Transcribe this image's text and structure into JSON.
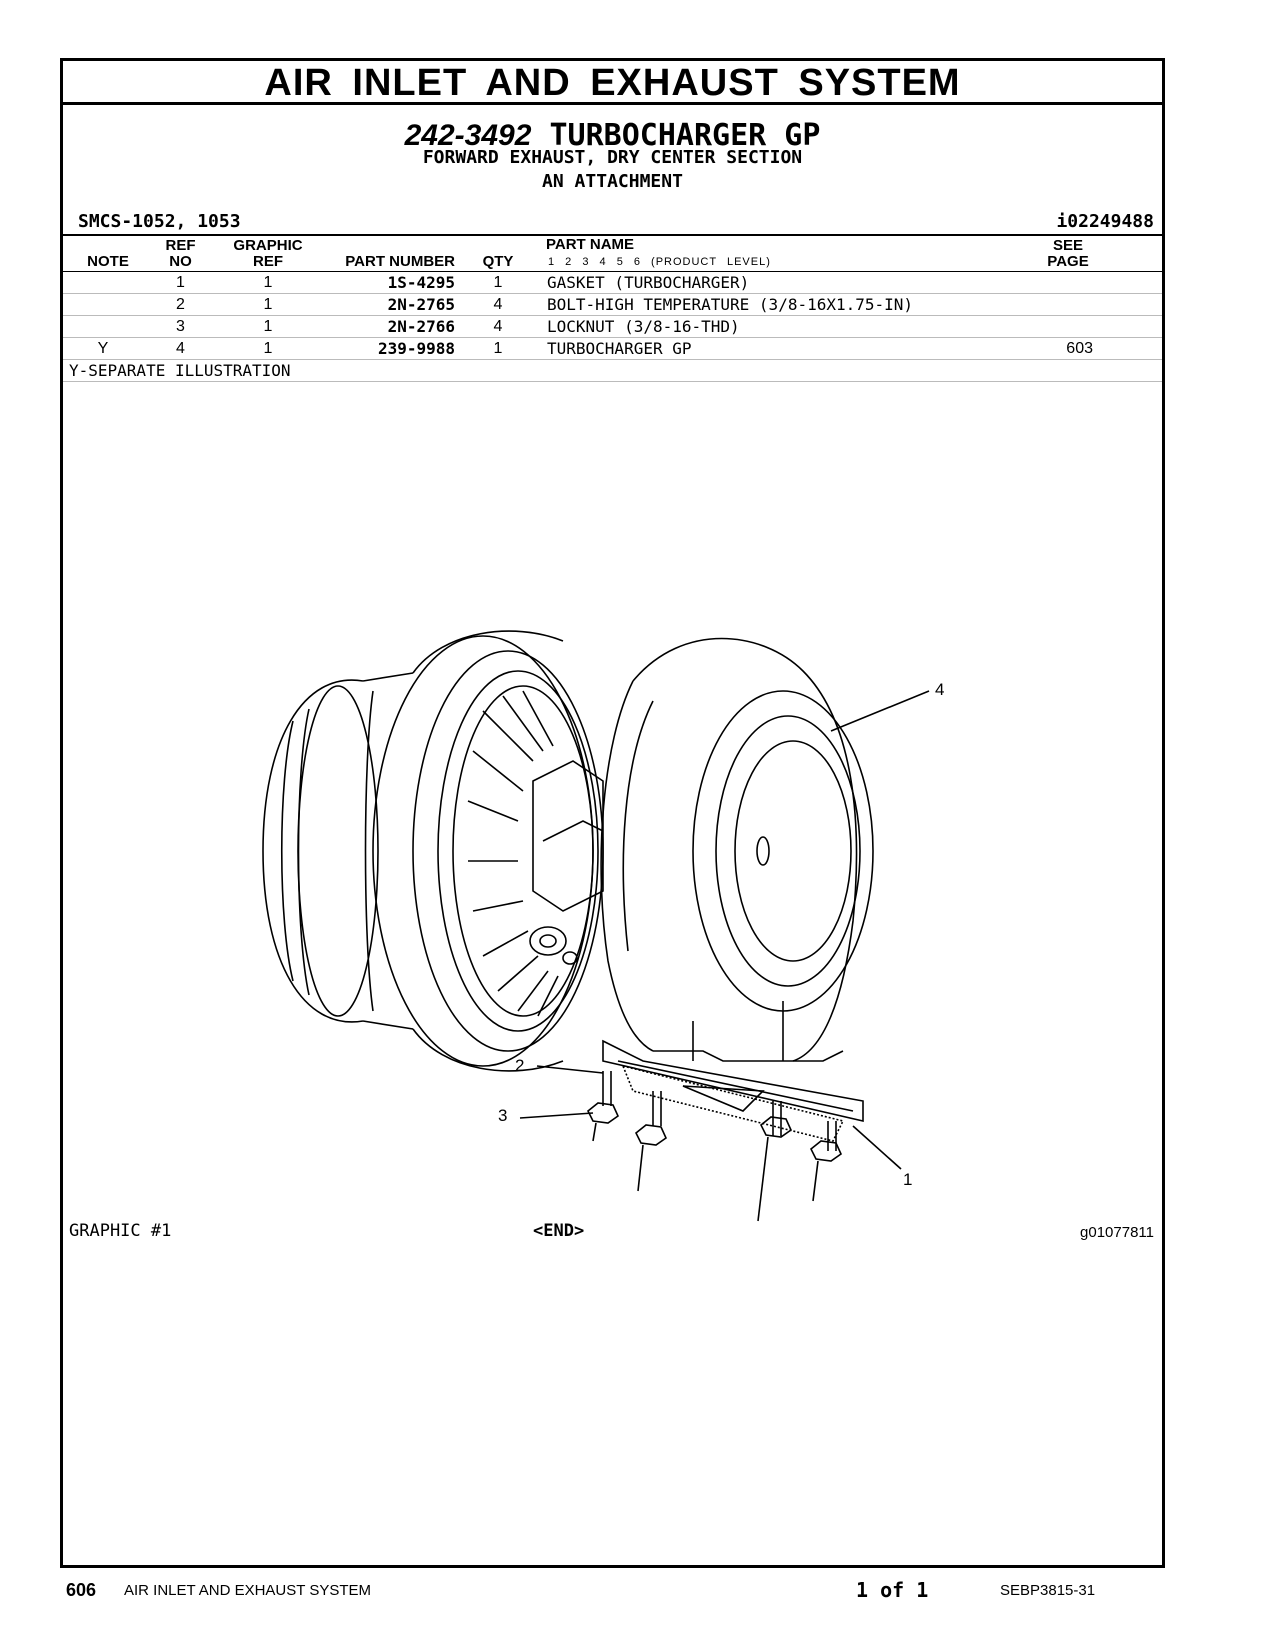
{
  "header": {
    "main_title": "AIR INLET AND EXHAUST SYSTEM",
    "group_part_number": "242-3492",
    "group_name": "TURBOCHARGER GP",
    "subtitle_1": "FORWARD EXHAUST, DRY CENTER SECTION",
    "subtitle_2": "AN ATTACHMENT",
    "smcs": "SMCS-1052, 1053",
    "info_id": "i02249488"
  },
  "table": {
    "headers": {
      "note": "NOTE",
      "ref_no_1": "REF",
      "ref_no_2": "NO",
      "graphic_ref_1": "GRAPHIC",
      "graphic_ref_2": "REF",
      "part_number": "PART NUMBER",
      "qty": "QTY",
      "part_name": "PART NAME",
      "product_level": "1   2   3   4   5   6   (PRODUCT LEVEL)",
      "see_page_1": "SEE",
      "see_page_2": "PAGE"
    },
    "rows": [
      {
        "note": "",
        "ref_no": "1",
        "graphic_ref": "1",
        "part_number": "1S-4295",
        "qty": "1",
        "part_name": "GASKET (TURBOCHARGER)",
        "see_page": ""
      },
      {
        "note": "",
        "ref_no": "2",
        "graphic_ref": "1",
        "part_number": "2N-2765",
        "qty": "4",
        "part_name": "BOLT-HIGH TEMPERATURE (3/8-16X1.75-IN)",
        "see_page": ""
      },
      {
        "note": "",
        "ref_no": "3",
        "graphic_ref": "1",
        "part_number": "2N-2766",
        "qty": "4",
        "part_name": "LOCKNUT (3/8-16-THD)",
        "see_page": ""
      },
      {
        "note": "Y",
        "ref_no": "4",
        "graphic_ref": "1",
        "part_number": "239-9988",
        "qty": "1",
        "part_name": "TURBOCHARGER GP",
        "see_page": "603"
      }
    ],
    "footnote": "Y-SEPARATE ILLUSTRATION"
  },
  "illustration": {
    "callouts": [
      "1",
      "2",
      "3",
      "4"
    ]
  },
  "graphic": {
    "label": "GRAPHIC #1",
    "end": "<END>",
    "graphic_id": "g01077811"
  },
  "footer": {
    "page_number": "606",
    "section": "AIR INLET AND EXHAUST SYSTEM",
    "page_of": "1 of 1",
    "doc_id": "SEBP3815-31"
  }
}
